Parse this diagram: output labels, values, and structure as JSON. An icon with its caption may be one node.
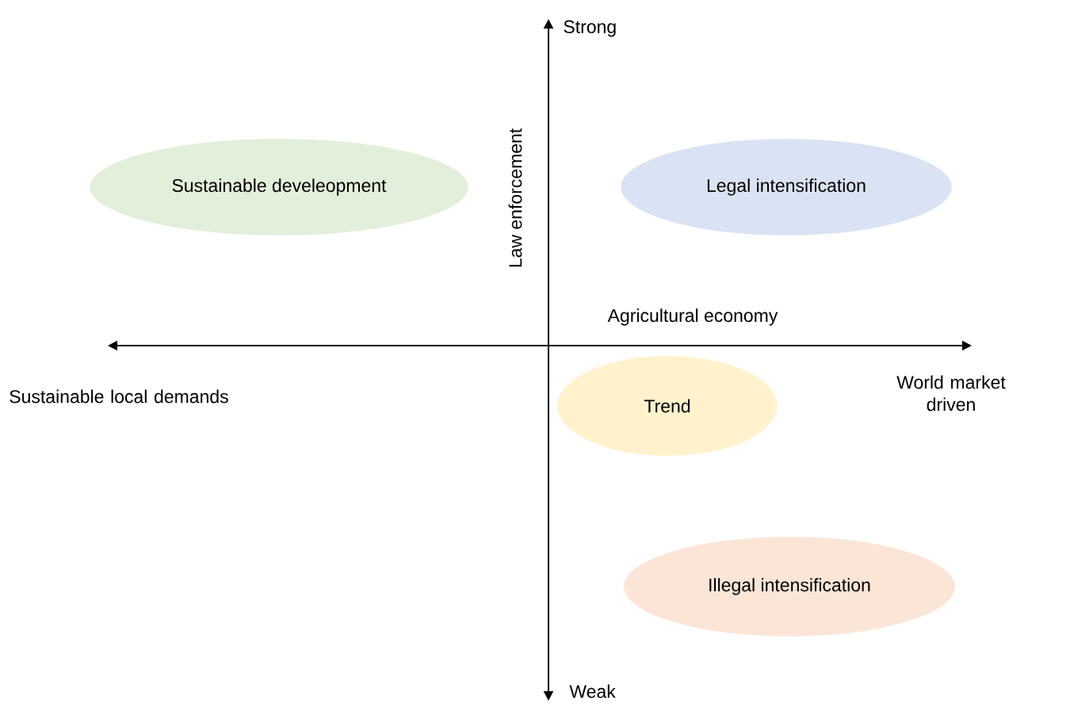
{
  "diagram": {
    "nodes": [
      {
        "text": [
          "Sustainable develeopment"
        ]
      },
      {
        "text": [
          "Legal intensification"
        ]
      },
      {
        "text": [
          "Trend"
        ]
      },
      {
        "text": [
          "Illegal intensification"
        ]
      }
    ],
    "labels": [
      "Strong",
      "Law enforcement",
      "Agricultural economy",
      "Sustainable local demands",
      "World market driven",
      "Weak"
    ]
  }
}
